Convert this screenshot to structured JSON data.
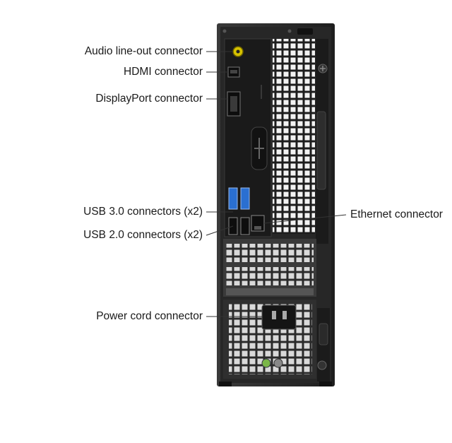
{
  "labels": {
    "audio": "Audio line-out connector",
    "hdmi": "HDMI connector",
    "displayport": "DisplayPort connector",
    "usb3": "USB 3.0 connectors (x2)",
    "usb2": "USB 2.0 connectors (x2)",
    "ethernet": "Ethernet connector",
    "power": "Power cord connector"
  },
  "colors": {
    "chassis": "#2b2b2b",
    "panel": "#1c1c1c",
    "grille": "#e8e8e8",
    "usb3_blue": "#2a6fd1",
    "audio_green": "#c8b400",
    "leader": "#333333"
  }
}
